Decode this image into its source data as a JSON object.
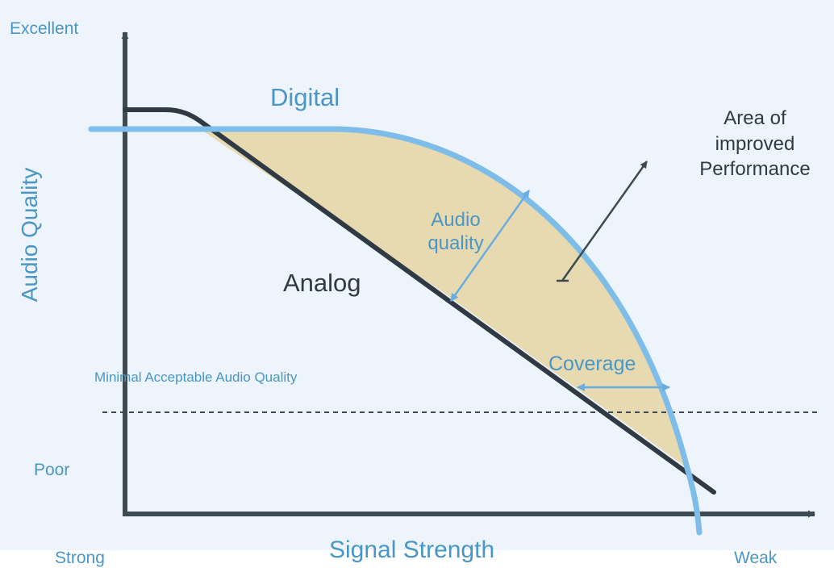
{
  "colors": {
    "panel_bg": "#edf4fb",
    "axis": "#3d4a52",
    "digital_curve": "#7ebde9",
    "analog_line": "#2f3a44",
    "shaded_area": "#e7d9b0",
    "label_blue": "#4a96c4",
    "label_dark": "#2f3a44",
    "threshold_line": "#3d4a52"
  },
  "axes": {
    "y_title": "Audio Quality",
    "y_top_label": "Excellent",
    "y_bottom_label": "Poor",
    "x_title": "Signal Strength",
    "x_left_label": "Strong",
    "x_right_label": "Weak"
  },
  "curves": {
    "digital_label": "Digital",
    "analog_label": "Analog"
  },
  "annotations": {
    "threshold_label": "Minimal Acceptable Audio Quality",
    "audio_quality_gap": [
      "Audio",
      "quality"
    ],
    "coverage_label": "Coverage",
    "improvement_area": [
      "Area of",
      "improved",
      "Performance"
    ]
  }
}
